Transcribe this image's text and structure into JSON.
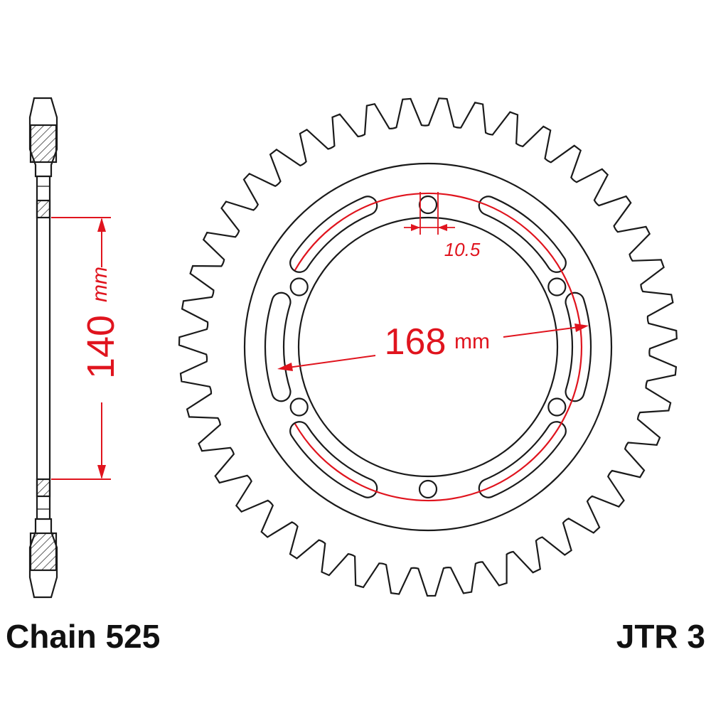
{
  "drawing": {
    "caption_chain": "Chain 525",
    "caption_part": "JTR 3",
    "dim_bore_value": "140",
    "dim_bore_unit": "mm",
    "dim_pcd_value": "168",
    "dim_pcd_unit": "mm",
    "dim_hole_value": "10.5",
    "teeth": 43,
    "mount_slots": 6,
    "mount_holes": 6
  },
  "colors": {
    "outline": "#1a1a1a",
    "dimension": "#e0141e",
    "background": "#ffffff"
  }
}
